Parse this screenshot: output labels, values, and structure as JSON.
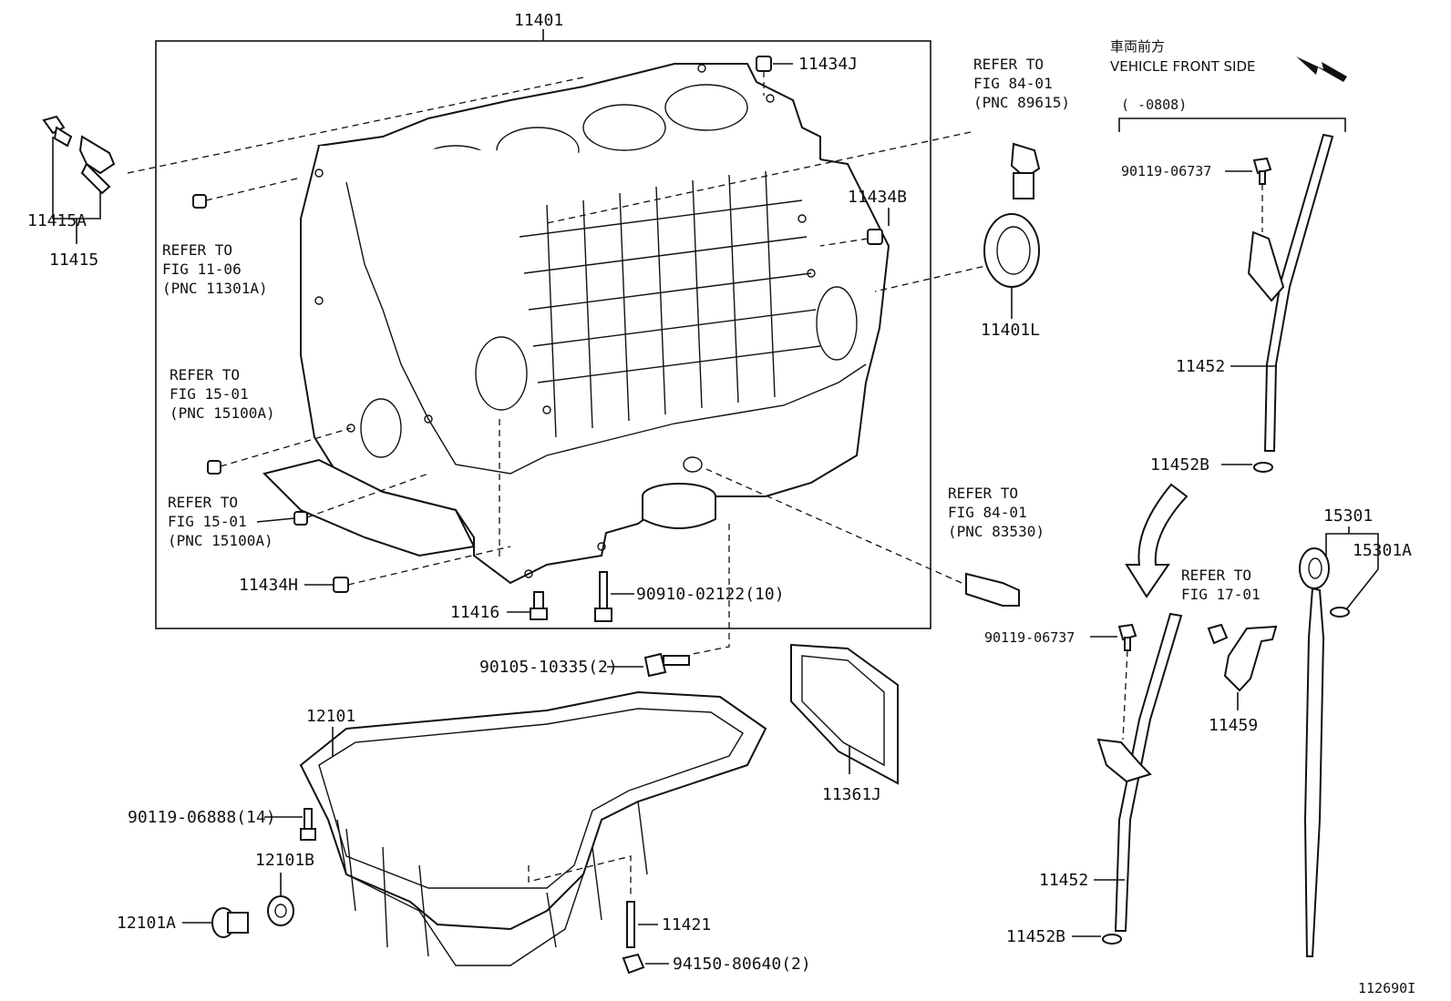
{
  "labels": {
    "block": "11401",
    "p11434J": "11434J",
    "p11415A": "11415A",
    "p11415": "11415",
    "p11434B": "11434B",
    "p11401L": "11401L",
    "p11434H": "11434H",
    "p11416": "11416",
    "p90910": "90910-02122(10)",
    "p90105": "90105-10335(2)",
    "p12101": "12101",
    "p90119_06888": "90119-06888(14)",
    "p12101B": "12101B",
    "p12101A": "12101A",
    "p11421": "11421",
    "p94150": "94150-80640(2)",
    "p11361J": "11361J",
    "p90119_06737_a": "90119-06737",
    "p11452_a": "11452",
    "p11452B_a": "11452B",
    "p90119_06737_b": "90119-06737",
    "p11459": "11459",
    "p11452_b": "11452",
    "p11452B_b": "11452B",
    "p15301": "15301",
    "p15301A": "15301A",
    "range": "(      -0808)",
    "figure_id": "112690I"
  },
  "side": {
    "jp": "車両前方",
    "en": "VEHICLE FRONT SIDE"
  },
  "refs": {
    "r1": [
      "REFER TO",
      "FIG 11-06",
      "(PNC 11301A)"
    ],
    "r2": [
      "REFER TO",
      "FIG 15-01",
      "(PNC 15100A)"
    ],
    "r3": [
      "REFER TO",
      "FIG 15-01",
      "(PNC 15100A)"
    ],
    "r4": [
      "REFER TO",
      "FIG 84-01",
      "(PNC 89615)"
    ],
    "r5": [
      "REFER TO",
      "FIG 84-01",
      "(PNC 83530)"
    ],
    "r6": [
      "REFER TO",
      "FIG 17-01"
    ]
  }
}
